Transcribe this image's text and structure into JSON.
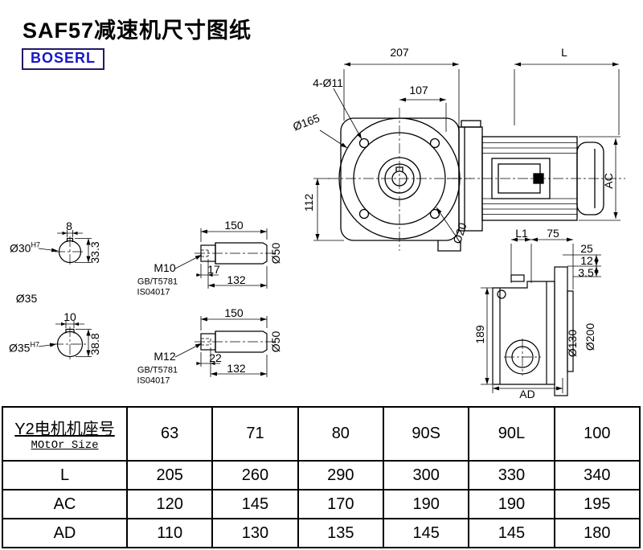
{
  "page": {
    "title": "SAF57减速机尺寸图纸",
    "brand": "BOSERL"
  },
  "labels": {
    "d207": "207",
    "dL": "L",
    "d4o11": "4-Ø11",
    "d107": "107",
    "o165": "Ø165",
    "d112": "112",
    "ac": "AC",
    "o20": "Ø20",
    "d8": "8",
    "o30": {
      "d": "Ø30",
      "sup": "H7"
    },
    "d33_3": "33.3",
    "o35": "Ø35",
    "d10": "10",
    "o35h7": {
      "d": "Ø35",
      "sup": "H7"
    },
    "d38_8": "38.8",
    "s1_150": "150",
    "s1_m10": "M10",
    "s1_17": "17",
    "s1_132": "132",
    "s1_gb": "GB/T5781",
    "s1_iso": "IS04017",
    "s1_o50": "Ø50",
    "s2_150": "150",
    "s2_m12": "M12",
    "s2_22": "22",
    "s2_132": "132",
    "s2_gb": "GB/T5781",
    "s2_iso": "IS04017",
    "s2_o50": "Ø50",
    "l1": "L1",
    "d75": "75",
    "d25": "25",
    "d12": "12",
    "d3_5": "3.5",
    "d189": "189",
    "o130": "Ø130",
    "o200": "Ø200",
    "ad": "AD"
  },
  "table": {
    "header": {
      "line1": "Y2电机机座号",
      "line2": "MOtOr Size"
    },
    "sizes": [
      "63",
      "71",
      "80",
      "90S",
      "90L",
      "100"
    ],
    "rows": [
      {
        "label": "L",
        "values": [
          "205",
          "260",
          "290",
          "300",
          "330",
          "340"
        ]
      },
      {
        "label": "AC",
        "values": [
          "120",
          "145",
          "170",
          "190",
          "190",
          "195"
        ]
      },
      {
        "label": "AD",
        "values": [
          "110",
          "130",
          "135",
          "145",
          "145",
          "180"
        ]
      }
    ]
  }
}
